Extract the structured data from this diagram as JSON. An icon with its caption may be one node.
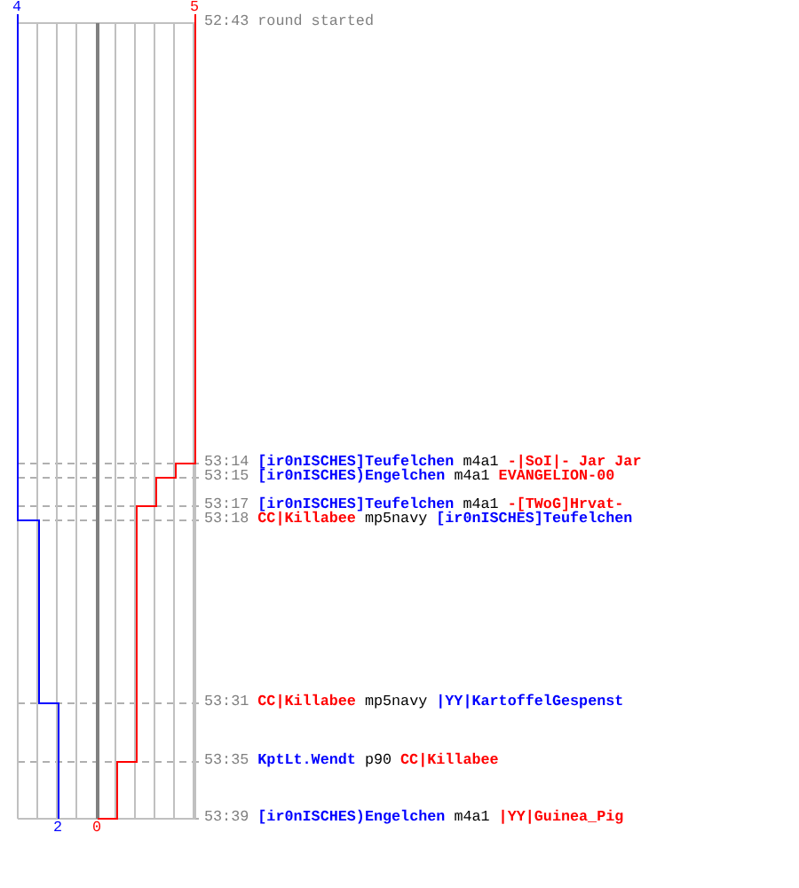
{
  "diagram": {
    "labels": [
      "4",
      "5",
      "52:43",
      "round started",
      "53:14",
      "[ir0nISCHES]Teufelchen",
      "m4a1",
      "-|SoI|- Jar Jar",
      "53:15",
      "[ir0nISCHES)Engelchen",
      "m4a1",
      "EVANGELION-00",
      "53:17",
      "[ir0nISCHES]Teufelchen",
      "m4a1",
      "-[TWoG]Hrvat-",
      "53:18",
      "CC|Killabee",
      "mp5navy",
      "[ir0nISCHES]Teufelchen",
      "53:31",
      "CC|Killabee",
      "mp5navy",
      "|YY|KartoffelGespenst",
      "53:35",
      "KptLt.Wendt",
      "p90",
      "CC|Killabee",
      "53:39",
      "[ir0nISCHES)Engelchen",
      "m4a1",
      "|YY|Guinea_Pig",
      "2",
      "0"
    ]
  }
}
